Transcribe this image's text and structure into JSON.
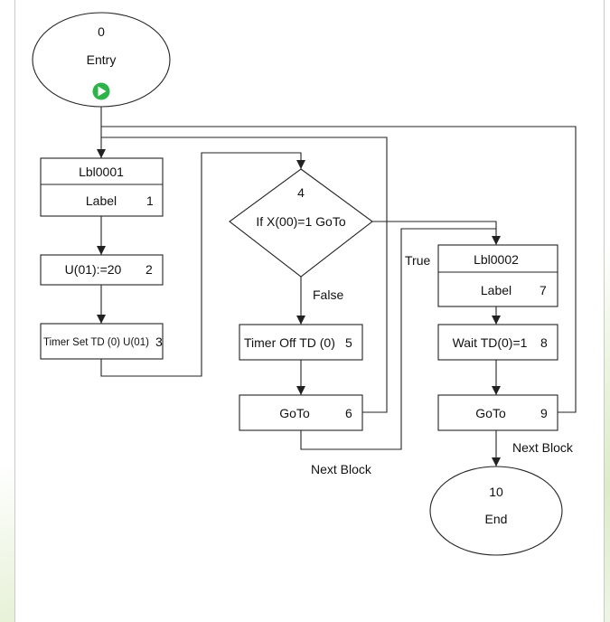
{
  "entry": {
    "num": "0",
    "label": "Entry"
  },
  "block1": {
    "title": "Lbl0001",
    "label": "Label",
    "num": "1"
  },
  "block2": {
    "text": "U(01):=20",
    "num": "2"
  },
  "block3": {
    "text": "Timer Set TD (0) U(01)",
    "num": "3"
  },
  "block4": {
    "num": "4",
    "text": "If X(00)=1 GoTo"
  },
  "block5": {
    "text": "Timer Off TD (0)",
    "num": "5"
  },
  "block6": {
    "text": "GoTo",
    "num": "6"
  },
  "block7": {
    "title": "Lbl0002",
    "label": "Label",
    "num": "7"
  },
  "block8": {
    "text": "Wait TD(0)=1",
    "num": "8"
  },
  "block9": {
    "text": "GoTo",
    "num": "9"
  },
  "end": {
    "num": "10",
    "label": "End"
  },
  "edges": {
    "false_label": "False",
    "true_label": "True",
    "next_block_1": "Next Block",
    "next_block_2": "Next Block"
  },
  "colors": {
    "play": "#2eb24a",
    "line": "#222222",
    "background_tint": "#dcecc8"
  },
  "icons": {
    "entry_icon": "play-icon"
  }
}
